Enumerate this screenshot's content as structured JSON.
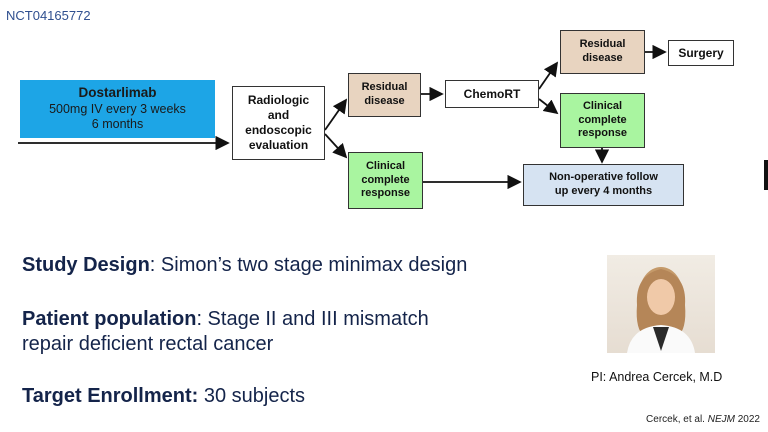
{
  "trial_id": "NCT04165772",
  "flow": {
    "dostarlimab": {
      "title": "Dostarlimab",
      "line1": "500mg IV every 3 weeks",
      "line2": "6 months"
    },
    "evaluation": {
      "l1": "Radiologic",
      "l2": "and",
      "l3": "endoscopic",
      "l4": "evaluation"
    },
    "residual1": {
      "l1": "Residual",
      "l2": "disease"
    },
    "chemort": "ChemoRT",
    "residual2": {
      "l1": "Residual",
      "l2": "disease"
    },
    "surgery": "Surgery",
    "ccr1": {
      "l1": "Clinical",
      "l2": "complete",
      "l3": "response"
    },
    "ccr2": {
      "l1": "Clinical",
      "l2": "complete",
      "l3": "response"
    },
    "nonop": {
      "l1": "Non-operative follow",
      "l2": "up every 4 months"
    }
  },
  "details": {
    "design_label": "Study Design",
    "design_value": ":  Simon’s two stage minimax design",
    "population_label": "Patient population",
    "population_value1": ": Stage II and III mismatch",
    "population_value2": "repair deficient rectal cancer",
    "enroll_label": "Target Enrollment:",
    "enroll_value": " 30 subjects"
  },
  "pi": "PI: Andrea Cercek, M.D",
  "citation": {
    "authors": "Cercek, et al. ",
    "journal": "NEJM",
    "year": " 2022"
  }
}
